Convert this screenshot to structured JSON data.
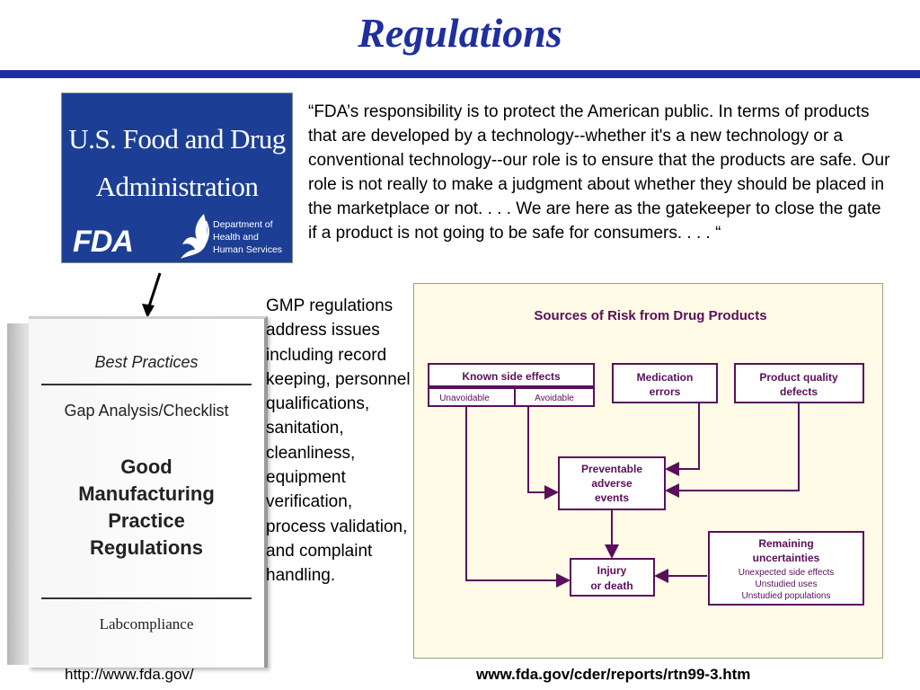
{
  "title": "Regulations",
  "fda_logo": {
    "line1": "U.S. Food and Drug",
    "line2": "Administration",
    "mark": "FDA",
    "dept": [
      "Department of",
      "Health and",
      "Human Services"
    ]
  },
  "quote": "“FDA’s responsibility is to protect the American public. In terms of products that are developed by a technology--whether it's a new technology or a conventional technology--our role is to ensure that the products are safe. Our role is not really to make a judgment about whether they should be placed in the marketplace or not. . . . We are here as the gatekeeper to close the gate if a product is not going to be safe for consumers. . . . “",
  "book": {
    "best_practices": "Best Practices",
    "gap": "Gap Analysis/Checklist",
    "gmp_lines": [
      "Good",
      "Manufacturing",
      "Practice",
      "Regulations"
    ],
    "publisher": "Labcompliance"
  },
  "gmp_text": "GMP regulations address issues including record keeping, personnel qualifications, sanitation, cleanliness, equipment verification, process validation, and complaint handling.",
  "diagram": {
    "title": "Sources of Risk from Drug Products",
    "known": "Known side effects",
    "unavoidable": "Unavoidable",
    "avoidable": "Avoidable",
    "medication": [
      "Medication",
      "errors"
    ],
    "quality": [
      "Product quality",
      "defects"
    ],
    "preventable": [
      "Preventable",
      "adverse",
      "events"
    ],
    "injury": [
      "Injury",
      "or death"
    ],
    "remaining": [
      "Remaining",
      "uncertainties"
    ],
    "remaining_items": [
      "Unexpected side effects",
      "Unstudied uses",
      "Unstudied populations"
    ],
    "color": "#5a0f5a"
  },
  "url_left": "http://www.fda.gov/",
  "url_right": "www.fda.gov/cder/reports/rtn99-3.htm"
}
